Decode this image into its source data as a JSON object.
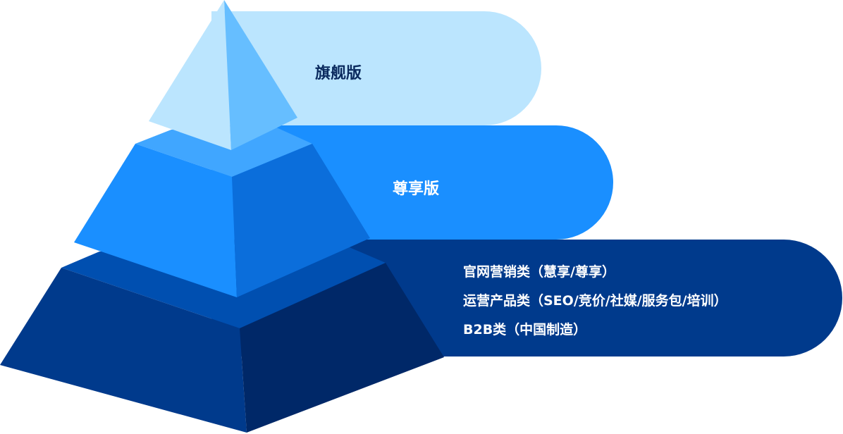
{
  "tiers": [
    {
      "label": "旗舰版",
      "color": "#bbe5fe"
    },
    {
      "label": "尊享版",
      "color": "#1a8fff"
    },
    {
      "label_lines": [
        "官网营销类（慧享/尊享）",
        "运营产品类（SEO/竞价/社媒/服务包/培训）",
        "B2B类（中国制造）"
      ],
      "color": "#003a8c"
    }
  ]
}
